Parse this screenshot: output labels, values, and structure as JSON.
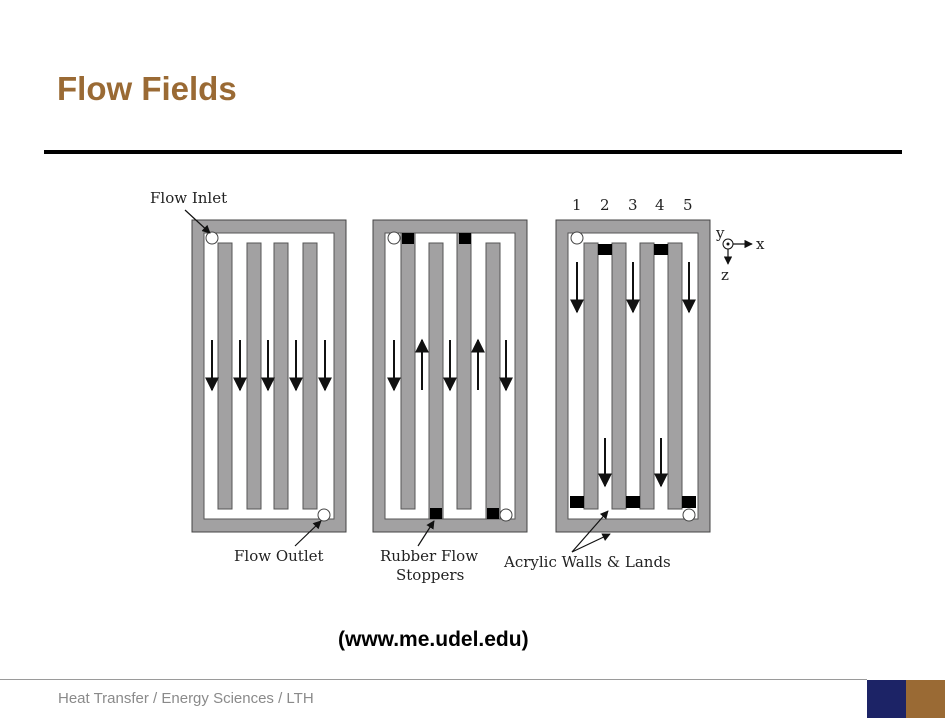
{
  "slide": {
    "title": "Flow Fields",
    "source": "(www.me.udel.edu)",
    "footer": "Heat Transfer / Energy Sciences / LTH"
  },
  "diagram": {
    "labels": {
      "flow_inlet": "Flow Inlet",
      "flow_outlet": "Flow Outlet",
      "stoppers_line1": "Rubber Flow",
      "stoppers_line2": "Stoppers",
      "walls": "Acrylic Walls & Lands",
      "axis_x": "x",
      "axis_y": "y",
      "axis_z": "z"
    },
    "channel_numbers": [
      "1",
      "2",
      "3",
      "4",
      "5"
    ]
  },
  "colors": {
    "title": "#9a6a34",
    "land": "#a2a1a2",
    "footer_blue": "#1c2366",
    "footer_brown": "#9a6a34"
  }
}
